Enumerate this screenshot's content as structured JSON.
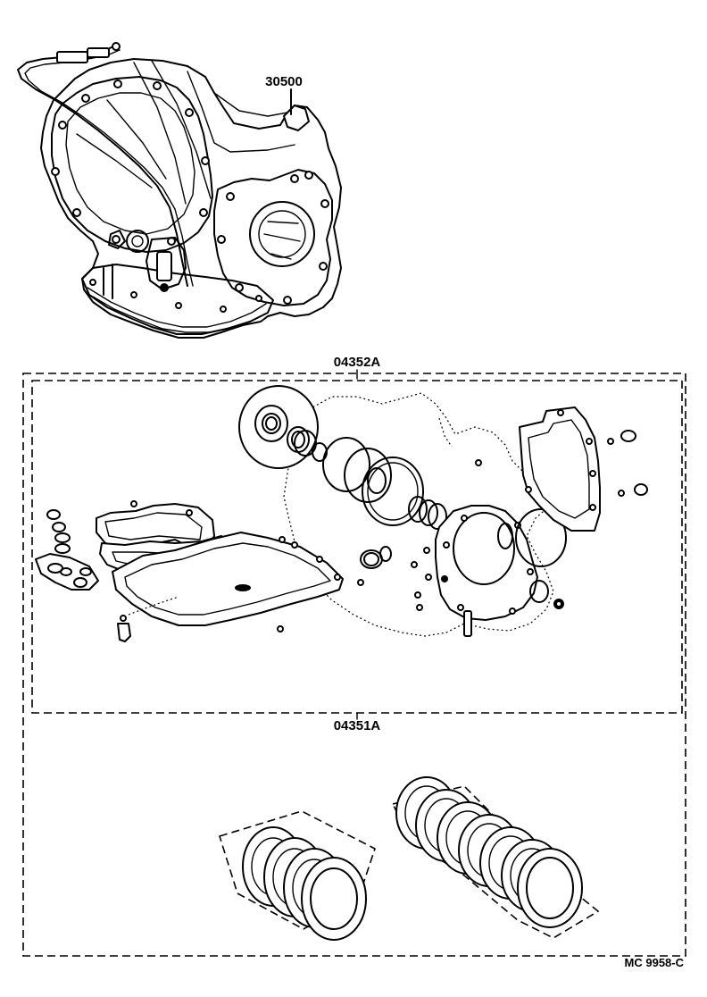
{
  "labels": {
    "transaxle": "30500",
    "overhaul_kit": "04352A",
    "gasket_kit": "04351A",
    "catalog_code": "MC  9958-C"
  },
  "colors": {
    "ink": "#000000",
    "paper": "#ffffff"
  }
}
